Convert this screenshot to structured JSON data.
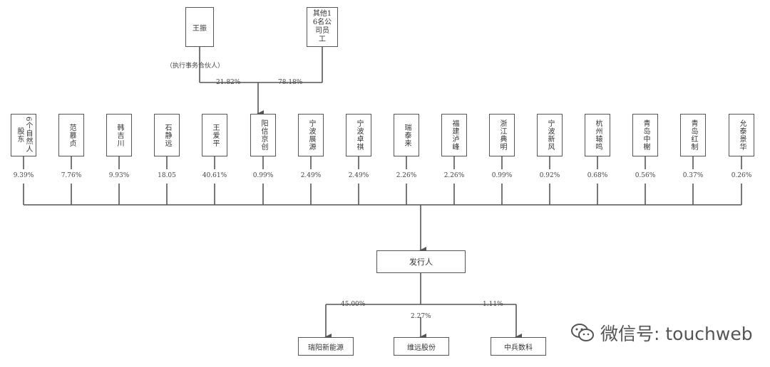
{
  "top": {
    "partner": "王振",
    "others": "其他16名公司员工",
    "partner_role": "（执行事务合伙人）",
    "pct_partner": "21.82%",
    "pct_others": "78.18%"
  },
  "shareholders": [
    {
      "name": "6个自然人股东",
      "pct": "9.39%"
    },
    {
      "name": "范慕贞",
      "pct": "7.76%"
    },
    {
      "name": "韩吉川",
      "pct": "9.93%"
    },
    {
      "name": "石静远",
      "pct": "18.05"
    },
    {
      "name": "王爱平",
      "pct": "40.61%"
    },
    {
      "name": "阳信京创",
      "pct": "0.99%"
    },
    {
      "name": "宁波展源",
      "pct": "2.49%"
    },
    {
      "name": "宁波卓祺",
      "pct": "2.49%"
    },
    {
      "name": "瑞泰来",
      "pct": "2.26%"
    },
    {
      "name": "福建泸峰",
      "pct": "2.26%"
    },
    {
      "name": "浙江典明",
      "pct": "0.99%"
    },
    {
      "name": "宁波新风",
      "pct": "0.92%"
    },
    {
      "name": "杭州辕鸣",
      "pct": "0.68%"
    },
    {
      "name": "青岛中榭",
      "pct": "0.56%"
    },
    {
      "name": "青岛红制",
      "pct": "0.37%"
    },
    {
      "name": "允泰景华",
      "pct": "0.26%"
    }
  ],
  "issuer": "发行人",
  "subsidiaries": [
    {
      "name": "瑞阳新能源",
      "pct": "45.00%"
    },
    {
      "name": "维远股份",
      "pct": "2.27%"
    },
    {
      "name": "中兵数科",
      "pct": "1.11%"
    }
  ],
  "watermark": "微信号: touchweb",
  "colors": {
    "line": "#555555",
    "text": "#333333"
  }
}
